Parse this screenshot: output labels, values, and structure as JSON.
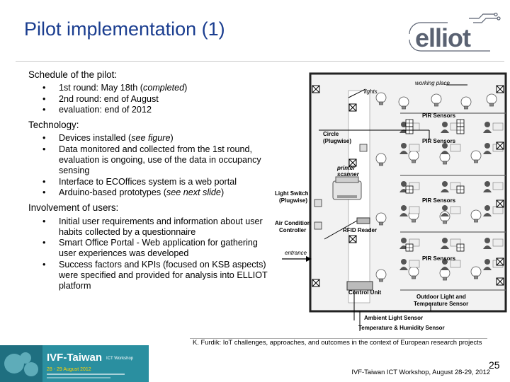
{
  "slide": {
    "title": "Pilot implementation (1)",
    "logo_text": "elliot",
    "sections": [
      {
        "heading": "Schedule of the pilot:",
        "items": [
          {
            "text": "1st round: May 18th (",
            "italic": "completed",
            "after": ")"
          },
          {
            "text": "2nd round: end of August"
          },
          {
            "text": "evaluation: end of 2012"
          }
        ]
      },
      {
        "heading": "Technology:",
        "items": [
          {
            "text": "Devices installed (",
            "italic": "see figure",
            "after": ")"
          },
          {
            "text": "Data monitored and collected from the 1st round, evaluation is ongoing, use of the data in occupancy sensing"
          },
          {
            "text": "Interface to ECOffices system is a web portal"
          },
          {
            "text": "Arduino-based prototypes (",
            "italic": "see next slide",
            "after": ")"
          }
        ]
      },
      {
        "heading": "Involvement of users:",
        "items": [
          {
            "text": "Initial user requirements and information about user habits collected by a questionnaire"
          },
          {
            "text": "Smart Office Portal - Web application for gathering user experiences was developed"
          },
          {
            "text": "Success factors and KPIs (focused on KSB aspects) were specified and provided for analysis into ELLIOT platform"
          }
        ]
      }
    ]
  },
  "figure": {
    "labels": {
      "working_place": "working place",
      "lights": "lights",
      "pir1": "PIR Sensors",
      "pir2": "PIR Sensors",
      "pir3": "PIR Sensors",
      "pir4": "PIR Sensors",
      "circle": "Circle",
      "plugwise": "(Plugwise)",
      "printer": "printer",
      "scanner": "scanner",
      "light_switch": "Light Switch",
      "light_switch_sub": "(Plugwise)",
      "air1": "Air Condition",
      "air2": "Controller",
      "rfid": "RFID Reader",
      "entrance": "entrance",
      "control_unit": "Control Unit",
      "outdoor1": "Outdoor Light and",
      "outdoor2": "Temperature Sensor",
      "ambient": "Ambient Light Sensor",
      "temp_hum": "Temperature & Humidity Sensor"
    }
  },
  "footer": {
    "banner_title": "IVF-Taiwan",
    "banner_sub": "ICT Workshop",
    "banner_date": "28 - 29 August 2012",
    "author": "K. Furdik",
    "citation": ": IoT challenges, approaches, and outcomes in the context of European research projects",
    "venue": "IVF-Taiwan ICT Workshop, August 28-29, 2012",
    "page": "25"
  },
  "colors": {
    "title": "#1a3d8f",
    "logo": "#5a6272",
    "banner_bg": "#2a8fa0"
  }
}
